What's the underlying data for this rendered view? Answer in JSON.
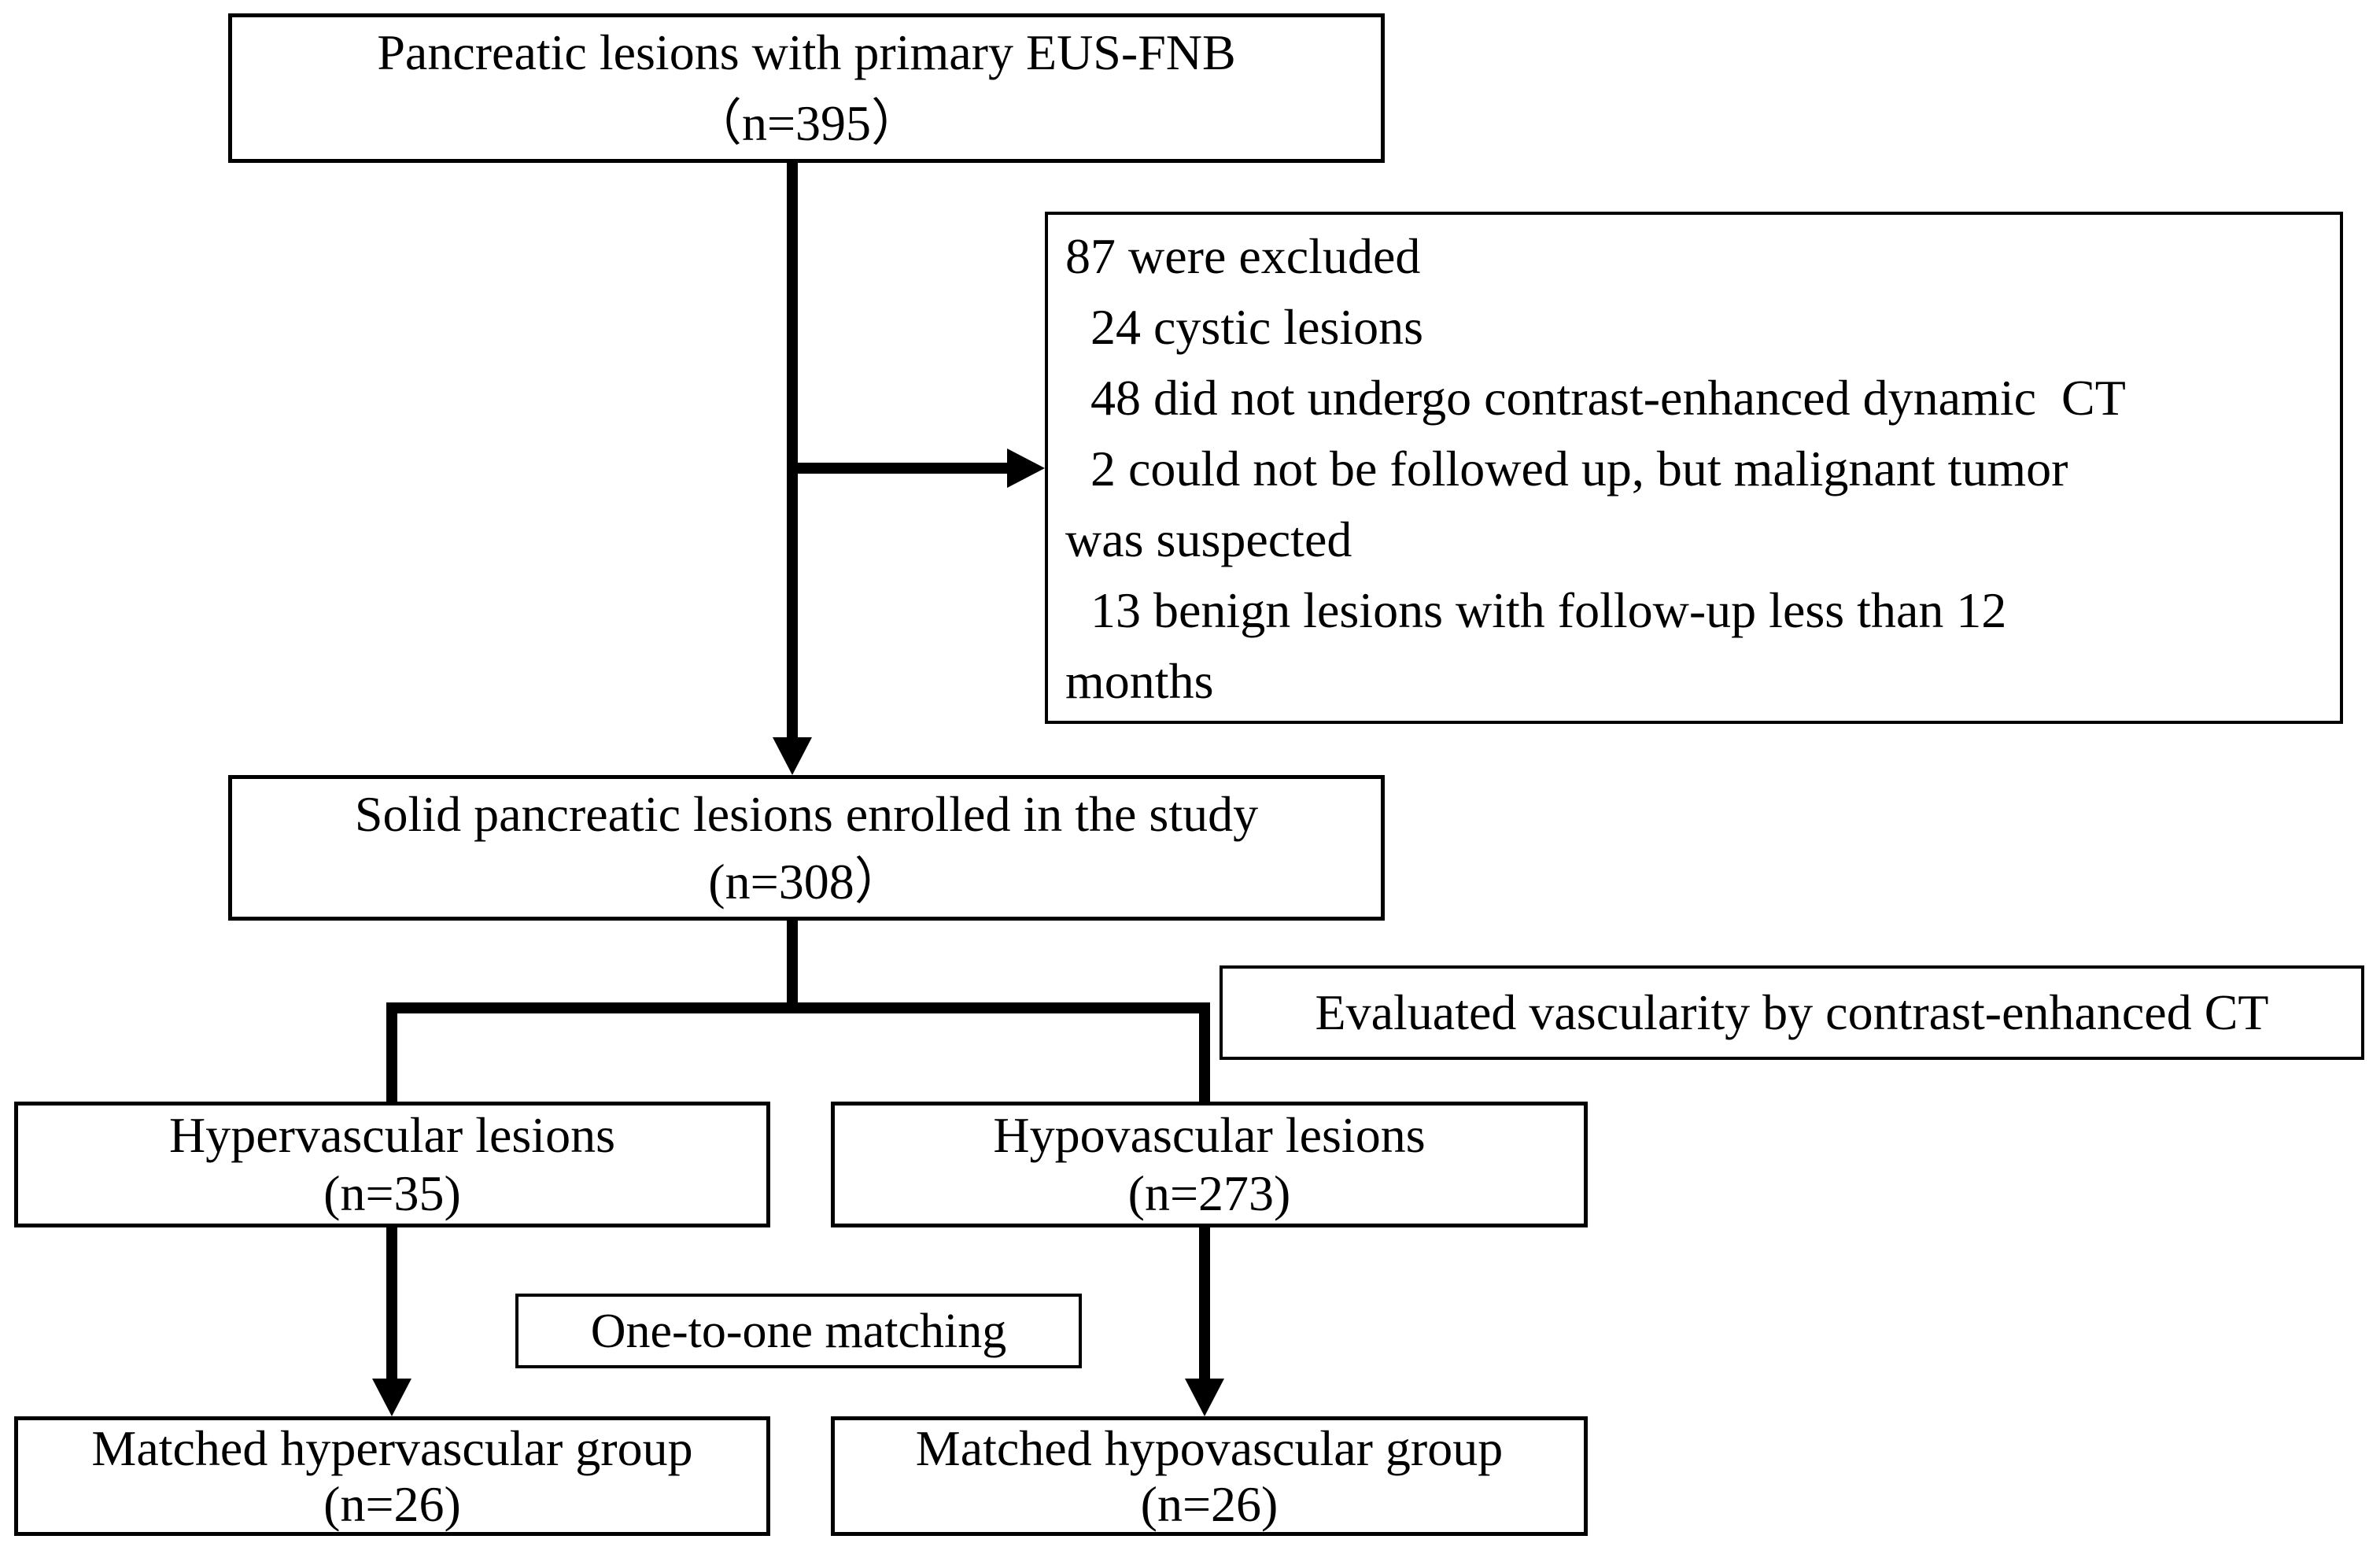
{
  "figure": {
    "type": "flowchart",
    "title": "Study enrollment flow diagram"
  },
  "colors": {
    "line": "#000000",
    "text": "#000000",
    "background": "#ffffff"
  },
  "boxes": {
    "top": {
      "line1": "Pancreatic lesions with primary EUS-FNB",
      "line2": "（n=395）"
    },
    "excluded": {
      "lines": [
        "87 were excluded",
        "  24 cystic lesions",
        "  48 did not undergo contrast-enhanced dynamic  CT",
        "  2 could not be followed up, but malignant tumor",
        "was suspected",
        "  13 benign lesions with follow-up less than 12",
        "months"
      ]
    },
    "solid": {
      "line1": "Solid pancreatic lesions enrolled in the study",
      "line2": "(n=308）"
    },
    "evaluated": {
      "label": "Evaluated vascularity by contrast-enhanced CT"
    },
    "hypervascular": {
      "line1": "Hypervascular lesions",
      "line2": "(n=35)"
    },
    "hypovascular": {
      "line1": "Hypovascular lesions",
      "line2": "(n=273)"
    },
    "matching": {
      "label": "One-to-one matching"
    },
    "matched_hypervascular": {
      "line1": "Matched hypervascular group",
      "line2": "(n=26)"
    },
    "matched_hypovascular": {
      "line1": "Matched hypovascular group",
      "line2": "(n=26)"
    }
  }
}
